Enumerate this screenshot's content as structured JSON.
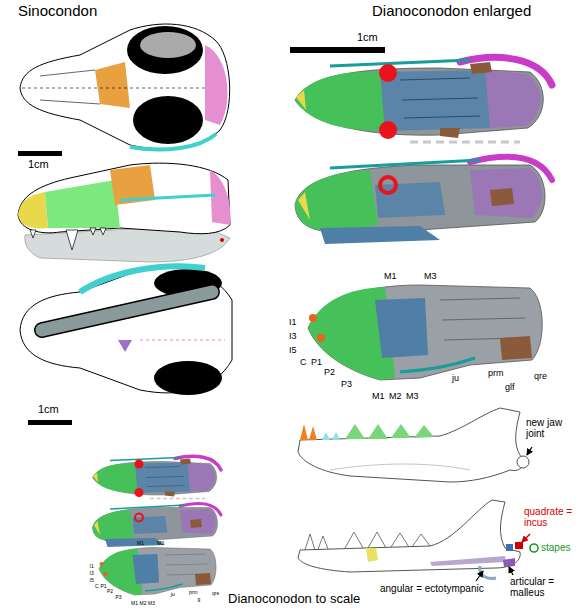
{
  "diagram": {
    "labels": [
      "Sinocondon",
      "Dianoconodon enlarged",
      "1cm",
      "1cm",
      "M1",
      "M3",
      "I1",
      "I3",
      "I5",
      "C",
      "P1",
      "P2",
      "P3",
      "M1",
      "M2",
      "M3",
      "ju",
      "prm",
      "glf",
      "qre",
      "new jaw joint",
      "quadrate = incus",
      "stapes",
      "1cm",
      "M1",
      "M3",
      "I1",
      "I3",
      "I5",
      "C",
      "P1",
      "P2",
      "P3",
      "M1",
      "M2",
      "M3",
      "ju",
      "prm",
      "g",
      "qre",
      "angular = ectotympanic",
      "articular = malleus",
      "Dianoconodon to scale"
    ]
  }
}
